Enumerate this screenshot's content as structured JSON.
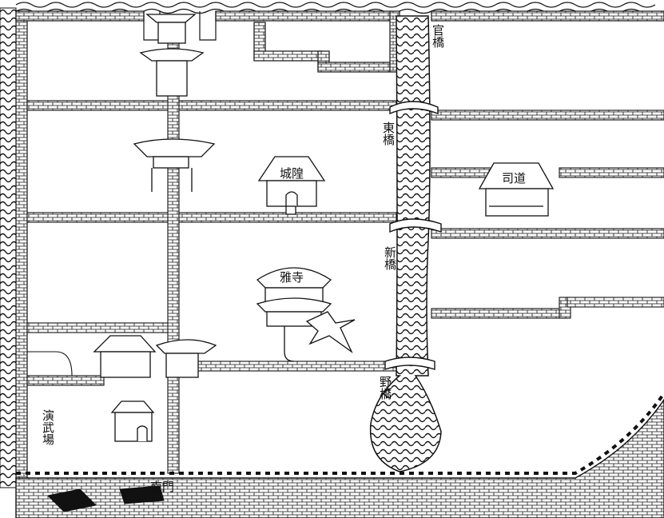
{
  "map": {
    "colors": {
      "ink": "#111111",
      "paper": "#ffffff",
      "river": "#2a2a2a"
    },
    "labels": {
      "bridge_top": "官橋",
      "bridge_mid": "東橋",
      "bridge_lower": "新橋",
      "bridge_bottom": "野橋",
      "training_ground": "演武場"
    },
    "signs": {
      "town_god_temple": "城隍",
      "prefecture_office": "司道",
      "temple_lower": "雅寺",
      "gate_sign": "南門"
    }
  }
}
